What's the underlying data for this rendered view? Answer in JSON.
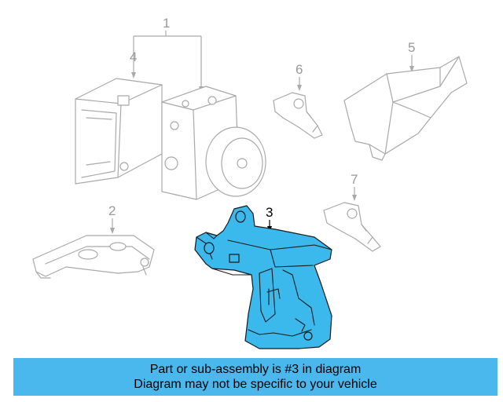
{
  "colors": {
    "highlight": "#3bb8ec",
    "banner": "#4ab8ec",
    "ghost_stroke": "#a9a9a9",
    "ghost_label": "#9a9a9a"
  },
  "callouts": {
    "c1": "1",
    "c2": "2",
    "c3": "3",
    "c4": "4",
    "c5": "5",
    "c6": "6",
    "c7": "7"
  },
  "banner": {
    "line1": "Part or sub-assembly is #3 in diagram",
    "line2": "Diagram may not be specific to your vehicle"
  }
}
